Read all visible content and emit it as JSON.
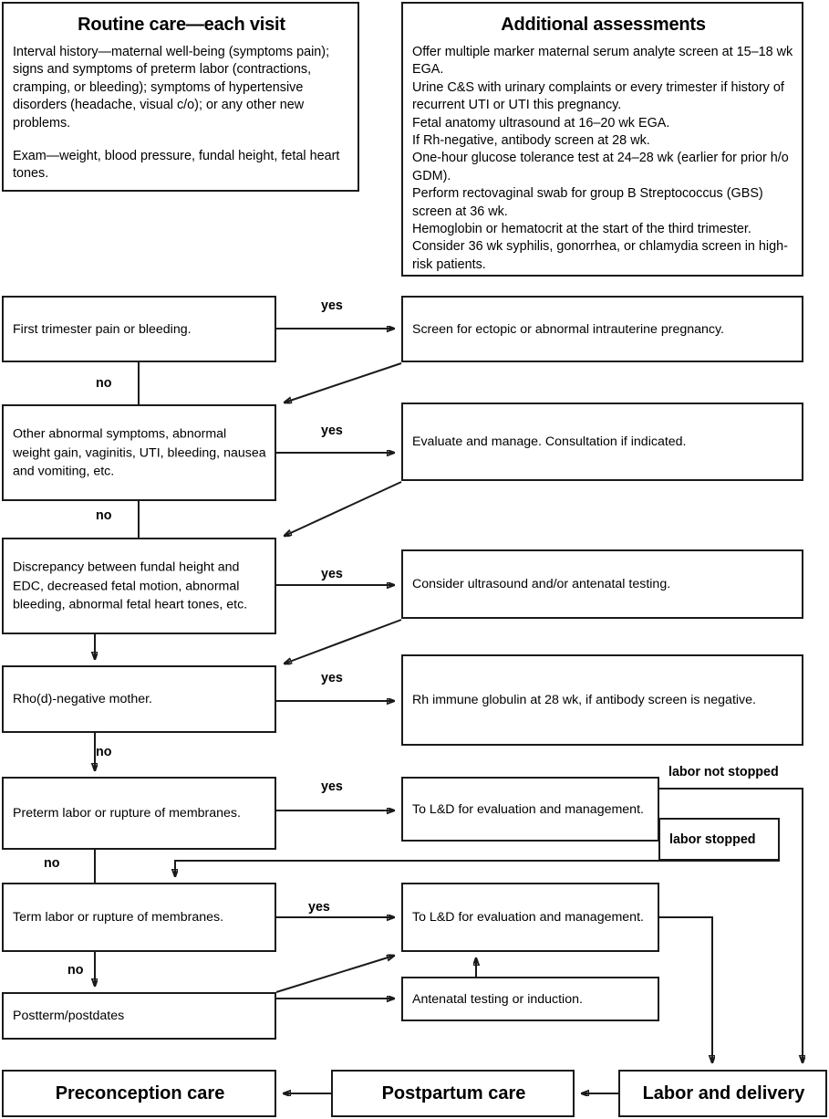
{
  "panels": {
    "routine": {
      "title": "Routine care—each visit",
      "para1": "Interval history—maternal well-being (symptoms pain); signs and symptoms of preterm labor (contractions, cramping, or bleeding); symptoms of hypertensive disorders (headache, visual c/o); or any other new problems.",
      "para2": "Exam—weight, blood pressure, fundal height, fetal heart tones."
    },
    "additional": {
      "title": "Additional assessments",
      "lines": [
        "Offer multiple marker maternal serum analyte screen at 15–18 wk EGA.",
        "Urine C&S with urinary complaints or every trimester if history of recurrent UTI or UTI this pregnancy.",
        "Fetal anatomy ultrasound at 16–20 wk EGA.",
        "If Rh-negative, antibody screen at 28 wk.",
        "One-hour glucose tolerance test at 24–28 wk (earlier for prior h/o GDM).",
        "Perform rectovaginal swab for group B Streptococcus (GBS) screen at 36 wk.",
        "Hemoglobin or hematocrit at the start of the third trimester.",
        "Consider 36 wk syphilis, gonorrhea, or chlamydia screen in high-risk patients."
      ]
    }
  },
  "decisions": {
    "first_trimester": "First trimester pain or bleeding.",
    "other_abnormal": "Other abnormal symptoms, abnormal weight gain, vaginitis, UTI, bleeding, nausea and vomiting, etc.",
    "discrepancy": "Discrepancy between fundal height and EDC, decreased fetal motion, abnormal bleeding, abnormal fetal heart tones, etc.",
    "rho_negative": "Rho(d)-negative mother.",
    "preterm_labor": "Preterm labor or rupture of membranes.",
    "term_labor": "Term labor or rupture of membranes.",
    "postterm": "Postterm/postdates"
  },
  "actions": {
    "screen_ectopic": "Screen for ectopic or abnormal intrauterine pregnancy.",
    "evaluate_manage": "Evaluate and manage. Consultation if indicated.",
    "consider_ultrasound": "Consider ultrasound and/or antenatal testing.",
    "rh_globulin": "Rh immune globulin at 28 wk, if antibody screen is negative.",
    "to_ld_preterm": "To L&D for evaluation and management.",
    "to_ld_term": "To L&D for evaluation and management.",
    "antenatal_testing": "Antenatal testing or induction.",
    "labor_stopped": "labor stopped"
  },
  "outcomes": {
    "preconception": "Preconception care",
    "postpartum": "Postpartum care",
    "labor_delivery": "Labor and delivery"
  },
  "edge_labels": {
    "yes1": "yes",
    "no1": "no",
    "yes2": "yes",
    "no2": "no",
    "yes3": "yes",
    "yes4": "yes",
    "no4": "no",
    "yes5": "yes",
    "no5": "no",
    "yes6": "yes",
    "no6": "no",
    "labor_not_stopped": "labor not stopped"
  },
  "colors": {
    "stroke": "#1a1a1a",
    "background": "#ffffff",
    "text": "#000000"
  }
}
